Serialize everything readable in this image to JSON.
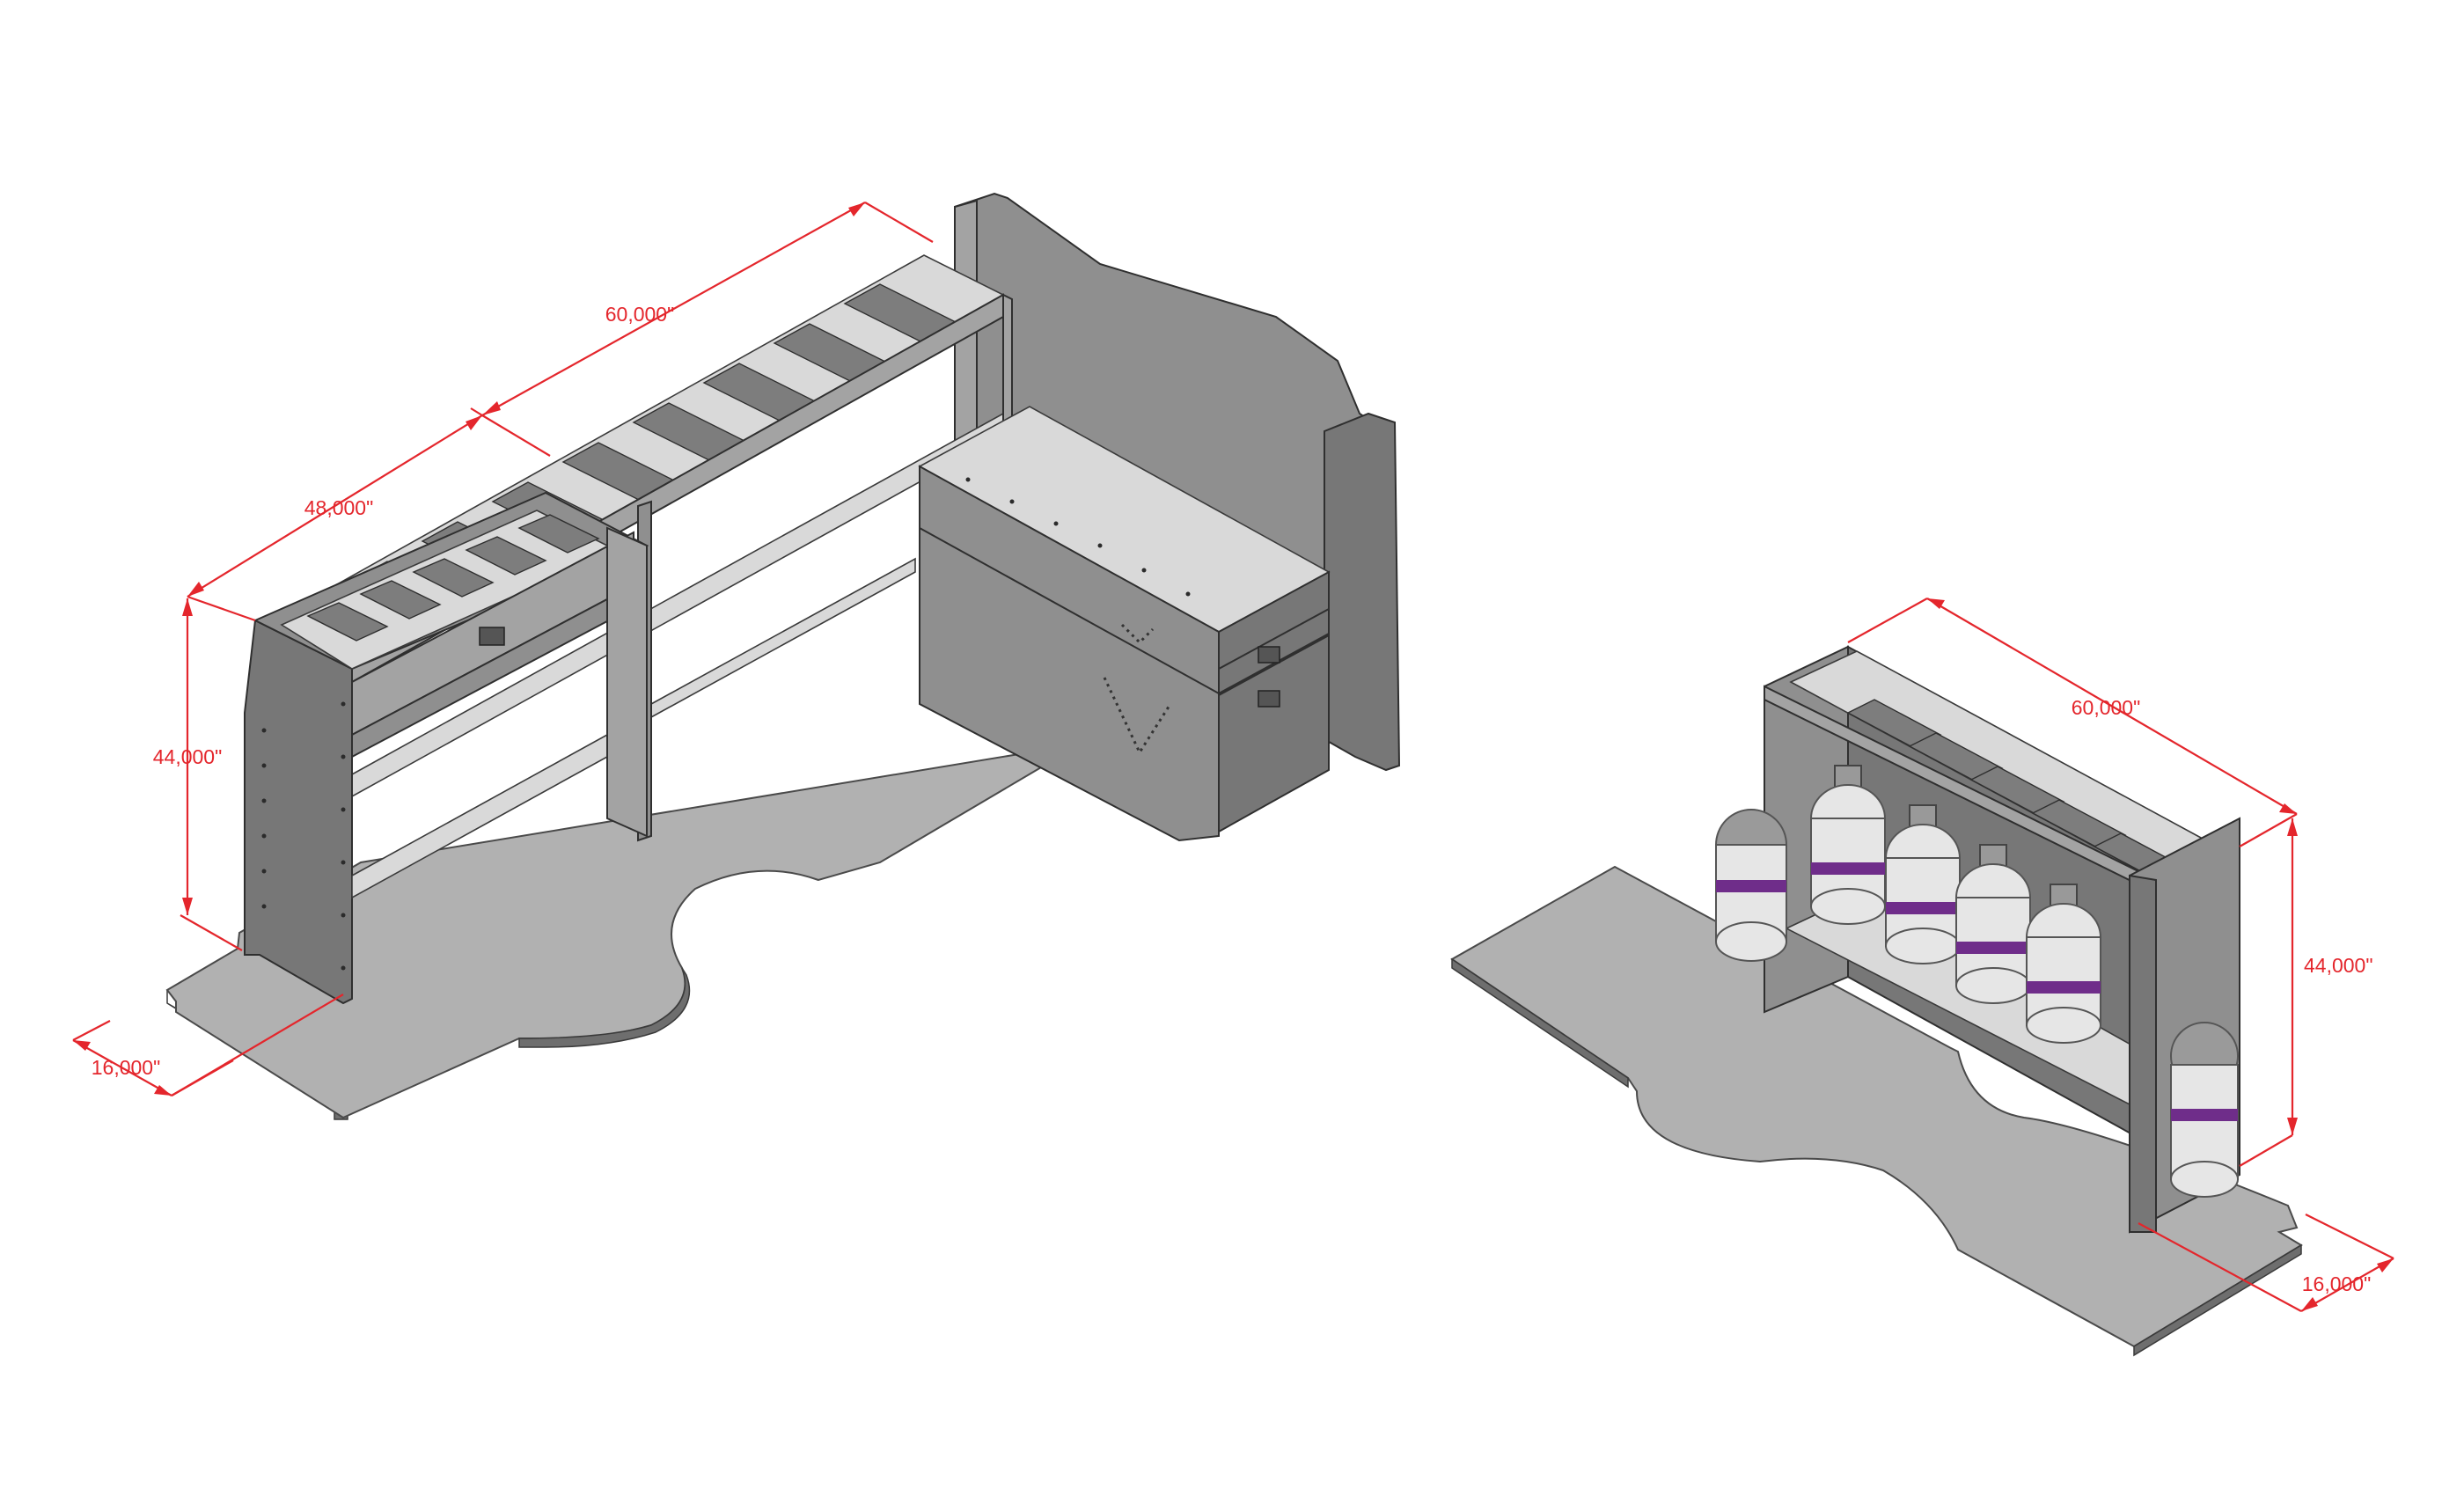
{
  "left_unit": {
    "dimensions": {
      "top_length": "60,000\"",
      "mid_length": "48,000\"",
      "height": "44,000\"",
      "depth": "16,000\""
    }
  },
  "right_unit": {
    "dimensions": {
      "length": "60,000\"",
      "height": "44,000\"",
      "depth": "16,000\""
    }
  },
  "colors": {
    "dimension": "#e4262c",
    "steel": "#8f8f8f",
    "floor": "#b1b1b1",
    "tank_band": "#6f2d8a"
  }
}
